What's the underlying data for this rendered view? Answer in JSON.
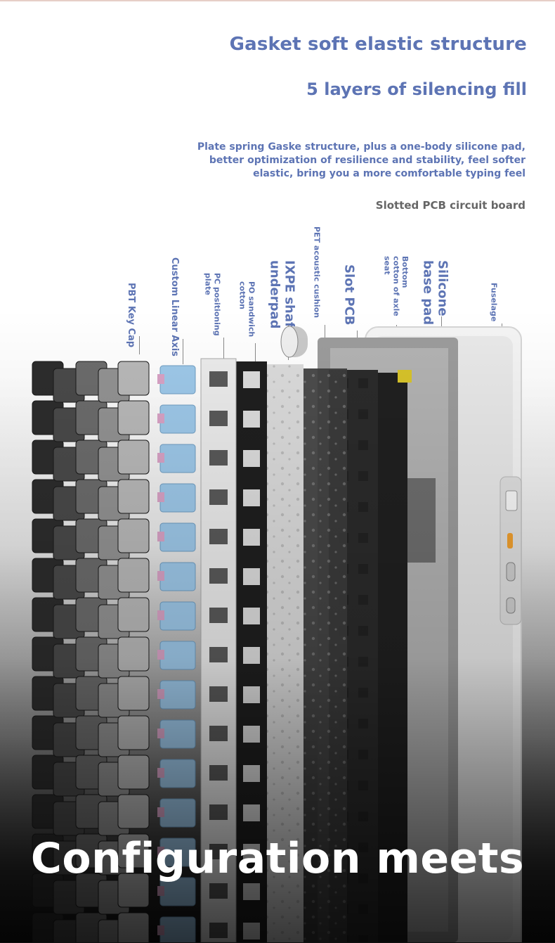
{
  "header": {
    "title": "Gasket soft elastic structure",
    "subtitle": "5 layers of silencing fill",
    "description_lines": [
      "Plate spring Gaske structure, plus a one-body silicone pad,",
      "better optimization of resilience and stability, feel softer",
      "elastic, bring you a more comfortable typing feel"
    ],
    "pcb_caption": "Slotted PCB circuit board"
  },
  "layers": {
    "keycap": "PBT Key Cap",
    "switch": "Custom Linear Axis",
    "pc_plate": [
      "PC positioning",
      "plate"
    ],
    "po_cotton": [
      "PO sandwich",
      "cotton"
    ],
    "ixpe": [
      "IXPE shaft",
      "underpad"
    ],
    "pet": "PET acoustic cushion",
    "pcb": "Slot PCB",
    "bottom_cotton": [
      "Bottom",
      "cotton of axle",
      "seat"
    ],
    "silicone": [
      "Silicone",
      "base pad"
    ],
    "fuselage": "Fuselage"
  },
  "footer": {
    "title": "Configuration meets"
  },
  "colors": {
    "accent": "#5d74b4",
    "switch_blue": "#9ec9ea",
    "switch_pink": "#d9a3c6"
  }
}
